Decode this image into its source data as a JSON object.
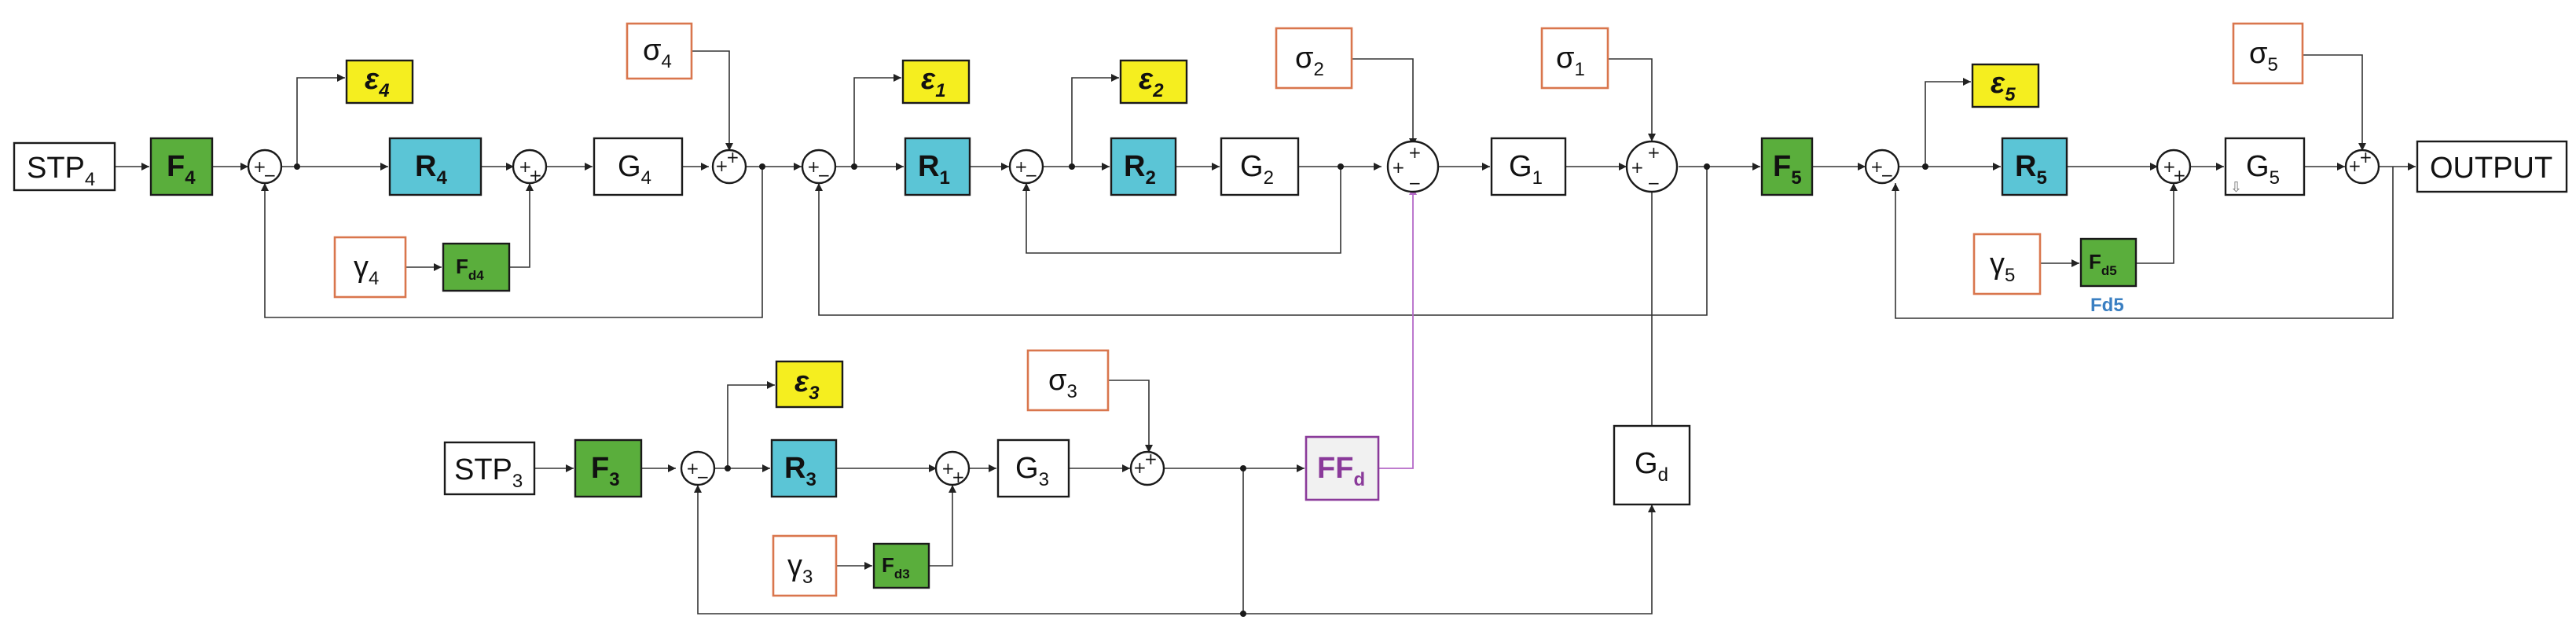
{
  "blocks": {
    "stp4": {
      "name": "STP",
      "sub": "4"
    },
    "f4": {
      "name": "F",
      "sub": "4"
    },
    "eps4": {
      "name": "ε",
      "sub": "4"
    },
    "r4": {
      "name": "R",
      "sub": "4"
    },
    "sigma4": {
      "name": "σ",
      "sub": "4"
    },
    "g4": {
      "name": "G",
      "sub": "4"
    },
    "gamma4": {
      "name": "γ",
      "sub": "4"
    },
    "fd4": {
      "name": "F",
      "sub": "d4"
    },
    "eps1": {
      "name": "ε",
      "sub": "1"
    },
    "r1": {
      "name": "R",
      "sub": "1"
    },
    "eps2": {
      "name": "ε",
      "sub": "2"
    },
    "r2": {
      "name": "R",
      "sub": "2"
    },
    "g2": {
      "name": "G",
      "sub": "2"
    },
    "sigma2": {
      "name": "σ",
      "sub": "2"
    },
    "g1": {
      "name": "G",
      "sub": "1"
    },
    "sigma1": {
      "name": "σ",
      "sub": "1"
    },
    "f5": {
      "name": "F",
      "sub": "5"
    },
    "eps5": {
      "name": "ε",
      "sub": "5"
    },
    "r5": {
      "name": "R",
      "sub": "5"
    },
    "sigma5": {
      "name": "σ",
      "sub": "5"
    },
    "g5": {
      "name": "G",
      "sub": "5"
    },
    "output": {
      "name": "OUTPUT"
    },
    "gamma5": {
      "name": "γ",
      "sub": "5"
    },
    "fd5": {
      "name": "F",
      "sub": "d5",
      "caption": "Fd5"
    },
    "stp3": {
      "name": "STP",
      "sub": "3"
    },
    "f3": {
      "name": "F",
      "sub": "3"
    },
    "eps3": {
      "name": "ε",
      "sub": "3"
    },
    "r3": {
      "name": "R",
      "sub": "3"
    },
    "sigma3": {
      "name": "σ",
      "sub": "3"
    },
    "g3": {
      "name": "G",
      "sub": "3"
    },
    "ffd": {
      "name": "FF",
      "sub": "d"
    },
    "gamma3": {
      "name": "γ",
      "sub": "3"
    },
    "fd3": {
      "name": "F",
      "sub": "d3"
    },
    "gd": {
      "name": "G",
      "sub": "d"
    }
  },
  "signs": {
    "plus": "+",
    "minus": "−"
  },
  "colors": {
    "green": "#5aae3c",
    "cyan": "#5bc5d6",
    "yellow": "#f5ee1f",
    "sigma_border": "#d9764d",
    "ff_border": "#8a3a9a",
    "ff_wire": "#b56ac8",
    "caption": "#3a7fc2"
  }
}
